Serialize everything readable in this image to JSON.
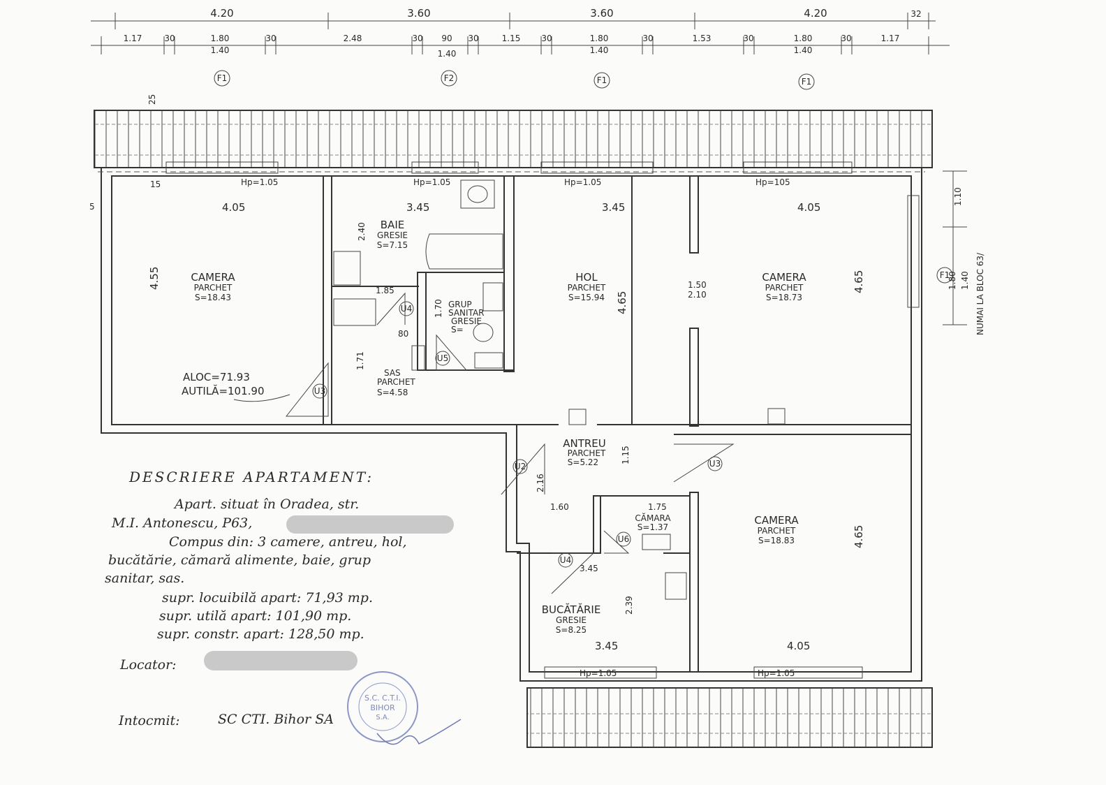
{
  "dimensions": {
    "top_row": [
      "4.20",
      "3.60",
      "3.60",
      "4.20",
      "32"
    ],
    "second_row": [
      "1.17",
      "30",
      "1.80",
      "30",
      "2.48",
      "30",
      "90",
      "30",
      "1.15",
      "30",
      "1.80",
      "30",
      "1.53",
      "30",
      "1.80",
      "30",
      "1.17"
    ],
    "second_row_sub": [
      "1.40",
      "1.40",
      "1.40",
      "1.40"
    ],
    "right_side": [
      "1.10",
      "1.40",
      "1.80"
    ],
    "misc": [
      "25",
      "15",
      "5",
      "4.55",
      "4.65",
      "1.85",
      "1.50",
      "2.10",
      "80",
      "1.70",
      "1.71",
      "2.40",
      "1.60",
      "1.75",
      "2.16",
      "2.39",
      "1.15",
      "3.45",
      "4.05",
      "Hp=1.05",
      "Hp=1.05",
      "Hp=105",
      "Hp=1.05",
      "Hp=1.05",
      "Hp=1.05"
    ]
  },
  "axes": {
    "F1": "F1",
    "F2": "F2"
  },
  "rooms": {
    "camera_left": {
      "name": "CAMERA",
      "finish": "PARCHET",
      "area": "S=18.43"
    },
    "baie": {
      "name": "BAIE",
      "finish": "GRESIE",
      "area": "S=7.15"
    },
    "grup_sanitar": {
      "name": "GRUP",
      "name2": "SANITAR",
      "finish": "GRESIE",
      "area": "S="
    },
    "sas": {
      "name": "SAS",
      "finish": "PARCHET",
      "area": "S=4.58"
    },
    "hol": {
      "name": "HOL",
      "finish": "PARCHET",
      "area": "S=15.94"
    },
    "camera_right": {
      "name": "CAMERA",
      "finish": "PARCHET",
      "area": "S=18.73"
    },
    "antreu": {
      "name": "ANTREU",
      "finish": "PARCHET",
      "area": "S=5.22"
    },
    "camara": {
      "name": "CĂMARA",
      "area": "S=1.37"
    },
    "camera_bottom": {
      "name": "CAMERA",
      "finish": "PARCHET",
      "area": "S=18.83"
    },
    "bucatarie": {
      "name": "BUCĂTĂRIE",
      "finish": "GRESIE",
      "area": "S=8.25"
    }
  },
  "area_summary": {
    "aloc": "ALOC=71.93",
    "autila": "AUTILĂ=101.90"
  },
  "door_tags": [
    "U3",
    "U4",
    "U5",
    "U2",
    "U3",
    "U6",
    "U4"
  ],
  "side_label": "NUMAI LA BLOC 63/",
  "description": {
    "title": "DESCRIERE APARTAMENT:",
    "line1": "Apart. situat în Oradea, str.",
    "line2": "M.I. Antonescu, P63,",
    "line3": "Compus din: 3 camere, antreu, hol,",
    "line4": "bucătărie, cămară alimente, baie, grup",
    "line5": "sanitar, sas.",
    "locuibila": "supr. locuibilă apart: 71,93 mp.",
    "utila": "supr. utilă apart: 101,90 mp.",
    "constr": "supr. constr. apart: 128,50 mp.",
    "locator_label": "Locator:",
    "intocmit_label": "Intocmit:",
    "intocmit_value": "SC CTI. Bihor SA"
  },
  "stamp": {
    "line1": "S.C. C.T.I.",
    "line2": "BIHOR",
    "line3": "S.A."
  }
}
